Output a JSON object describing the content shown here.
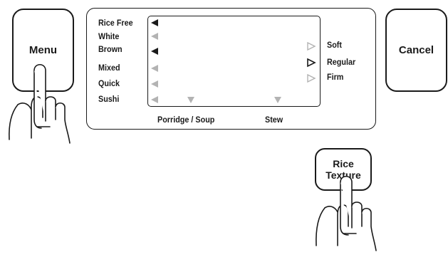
{
  "buttons": {
    "menu": "Menu",
    "cancel": "Cancel",
    "rice_texture_line1": "Rice",
    "rice_texture_line2": "Texture"
  },
  "modes": [
    {
      "label": "Rice Free",
      "active": true
    },
    {
      "label": "White",
      "active": false
    },
    {
      "label": "Brown",
      "active": true
    },
    {
      "label": "Mixed",
      "active": false
    },
    {
      "label": "Quick",
      "active": false
    },
    {
      "label": "Sushi",
      "active": false
    }
  ],
  "textures": [
    {
      "label": "Soft",
      "active": false
    },
    {
      "label": "Regular",
      "active": true
    },
    {
      "label": "Firm",
      "active": false
    }
  ],
  "bottom_labels": {
    "porridge_soup": "Porridge / Soup",
    "stew": "Stew"
  },
  "colors": {
    "ink": "#1a1a1a",
    "inactive": "#b3b3b3"
  }
}
